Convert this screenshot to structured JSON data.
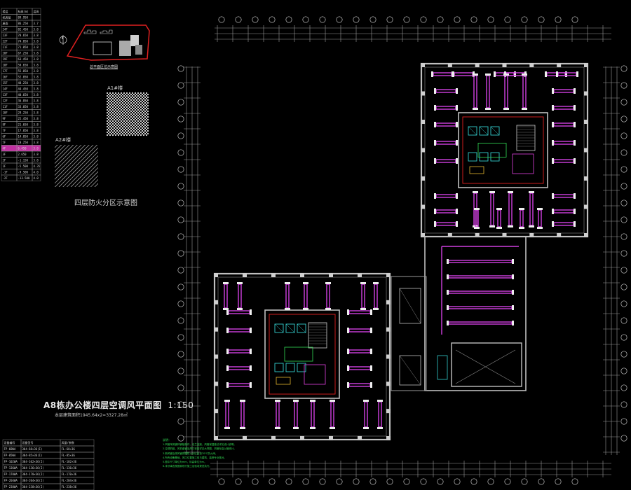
{
  "drawing": {
    "title": "A8栋办公楼四层空调风平面图",
    "scale": "1:150",
    "subtitle": "本层建筑面积1945.64x2=3327.28㎡",
    "fire_zone_title": "四层防火分区示意图",
    "site_plan_caption": "总平面区位示意图",
    "zone_a1_label": "A1#楼",
    "zone_a2_label": "A2#楼"
  },
  "notes": {
    "title": "说明：",
    "lines": [
      "1.风管采用镀锌钢板制作，法兰连接，风管保温做法详见设计说明。",
      "2.空调机组、风机盘管及风口安装详见大样图，风管标高以管底计。",
      "3.新风管及排风管穿越防火分区处设70℃防火阀。",
      "4.所有设备基础、风口位置施工前与建筑、装修专业核对。",
      "5.图中尺寸单位为mm，标高单位为m。",
      "6.未尽事宜按国家现行施工及验收规范执行。"
    ]
  },
  "legend_table": {
    "headers": [
      "设备编号",
      "设备型号",
      "风量/参数"
    ],
    "rows": [
      [
        "FP-68WA",
        "304-68×36(I)",
        "FL-68×36"
      ],
      [
        "FP-85WA",
        "304-85×36(I)",
        "FL-85×36"
      ],
      [
        "FP-102WA",
        "304-102×36(I)",
        "FL-102×36"
      ],
      [
        "FP-136WA",
        "304-136×36(I)",
        "FL-136×36"
      ],
      [
        "FP-170WA",
        "304-170×36(I)",
        "FL-170×36"
      ],
      [
        "FP-204WA",
        "304-204×36(I)",
        "FL-204×36"
      ],
      [
        "FP-238WA",
        "304-238×36(I)",
        "FL-238×36"
      ]
    ]
  },
  "floor_table": {
    "header": [
      "楼层",
      "标高(m)",
      "层高"
    ],
    "rows": [
      [
        "机房层",
        "89.950",
        ""
      ],
      [
        "屋面",
        "86.250",
        "3.7"
      ],
      [
        "24F",
        "82.450",
        "3.8"
      ],
      [
        "23F",
        "78.650",
        "3.8"
      ],
      [
        "22F",
        "74.850",
        "3.8"
      ],
      [
        "21F",
        "71.050",
        "3.8"
      ],
      [
        "20F",
        "67.250",
        "3.8"
      ],
      [
        "19F",
        "63.450",
        "3.8"
      ],
      [
        "18F",
        "59.650",
        "3.8"
      ],
      [
        "17F",
        "55.850",
        "3.8"
      ],
      [
        "16F",
        "52.050",
        "3.8"
      ],
      [
        "15F",
        "48.250",
        "3.8"
      ],
      [
        "14F",
        "44.450",
        "3.8"
      ],
      [
        "13F",
        "40.650",
        "3.8"
      ],
      [
        "12F",
        "36.850",
        "3.8"
      ],
      [
        "11F",
        "33.050",
        "3.8"
      ],
      [
        "10F",
        "29.250",
        "3.8"
      ],
      [
        "9F",
        "25.450",
        "3.8"
      ],
      [
        "8F",
        "21.650",
        "3.8"
      ],
      [
        "7F",
        "17.850",
        "3.8"
      ],
      [
        "6F",
        "14.050",
        "3.8"
      ],
      [
        "5F",
        "10.250",
        "3.8"
      ],
      [
        "4F",
        "6.450",
        "3.8"
      ],
      [
        "3F",
        "2.650",
        "3.8"
      ],
      [
        "2F",
        "-1.150",
        "3.8"
      ],
      [
        "1F",
        "-5.500",
        "4.35"
      ],
      [
        "-1F",
        "-9.500",
        "4.0"
      ],
      [
        "-2F",
        "-13.500",
        "4.0"
      ]
    ]
  },
  "colors": {
    "background": "#000000",
    "wall": "#bfbfbf",
    "duct": "#d040e0",
    "grid": "#c8c8c8",
    "core_cyan": "#33cccc",
    "red_line": "#e02020",
    "green_text": "#33dd55",
    "highlight_row": "#c030a0"
  }
}
